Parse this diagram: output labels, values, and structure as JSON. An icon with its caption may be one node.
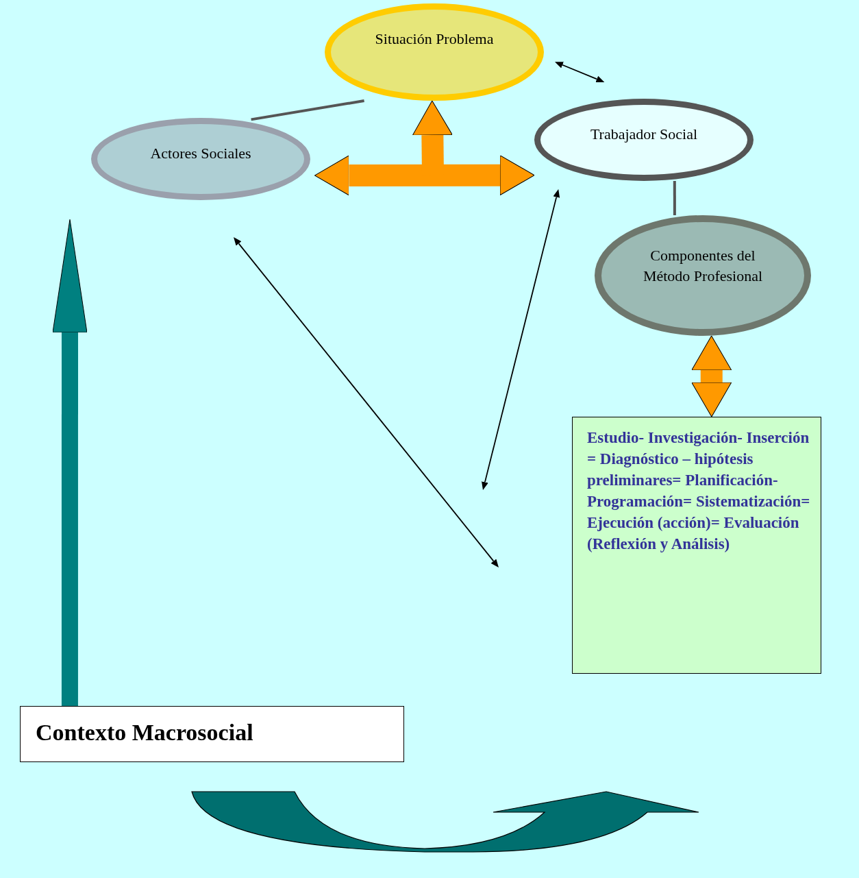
{
  "diagram": {
    "nodes": [
      {
        "text": [
          "Situación Problema"
        ]
      },
      {
        "text": [
          "Actores Sociales"
        ]
      },
      {
        "text": [
          "Trabajador Social"
        ]
      },
      {
        "text": [
          "Componentes del Método Profesional"
        ]
      },
      {
        "text": [
          "Estudio- Investigación- Inserción = Diagnóstico – hipótesis preliminares= Planificación- Programación= Sistematización= Ejecución (acción)= Evaluación (Reflexión y Análisis)"
        ]
      },
      {
        "text": [
          "Contexto Macrosocial"
        ]
      }
    ],
    "edges": [
      {
        "from": 0,
        "to": 2,
        "arrow": "both"
      },
      {
        "from": 0,
        "to": 1,
        "arrow": "none",
        "color": "#555555"
      },
      {
        "from": 1,
        "to": 2,
        "arrow": "both",
        "style": "thick",
        "color": "#ff9900"
      },
      {
        "from": null,
        "to": 0,
        "arrow": "to",
        "style": "thick",
        "color": "#ff9900"
      },
      {
        "from": 2,
        "to": 3,
        "arrow": "none",
        "color": "#555555"
      },
      {
        "from": 3,
        "to": 4,
        "arrow": "both",
        "style": "thick",
        "color": "#ff9900"
      },
      {
        "from": 2,
        "to": null,
        "arrow": "both"
      },
      {
        "from": 1,
        "to": null,
        "arrow": "both"
      },
      {
        "from": 5,
        "to": null,
        "arrow": "to",
        "style": "thick",
        "color": "#008080"
      }
    ]
  }
}
